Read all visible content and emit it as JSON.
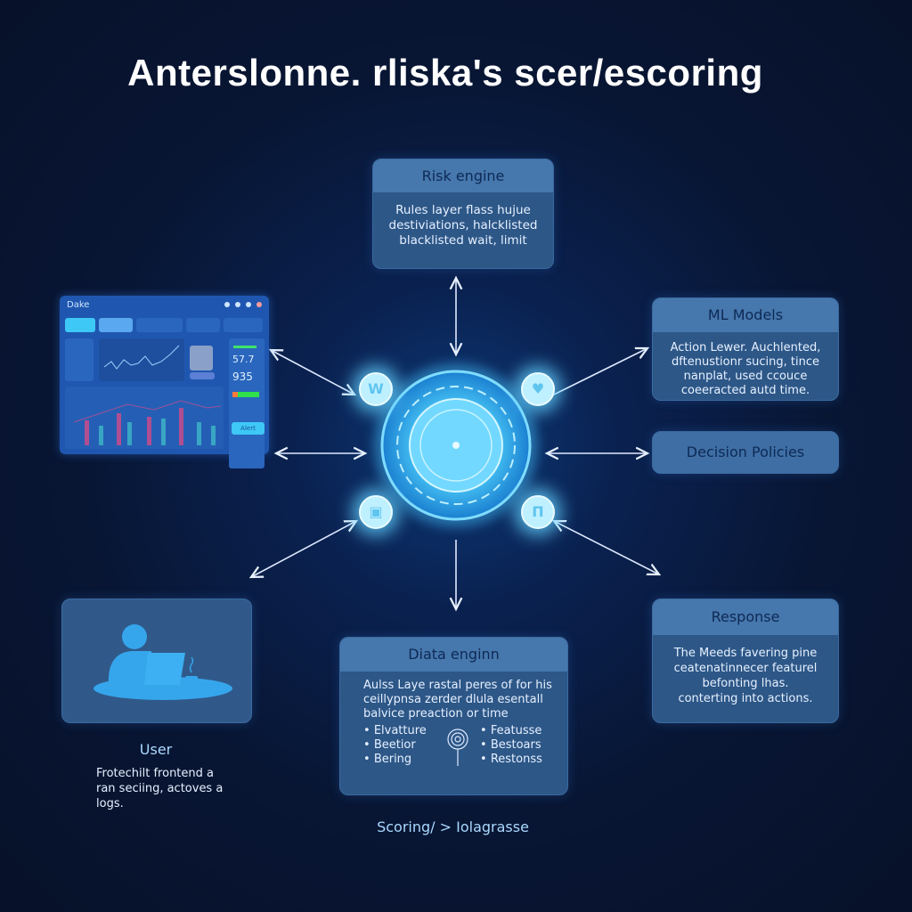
{
  "title": "Anterslonne. rliska's scer/escoring",
  "dashboard": {
    "brand": "Dake",
    "display_number": "935",
    "stat": "57.7",
    "button": "Alert"
  },
  "risk_engine": {
    "header": "Risk engine",
    "body": [
      "Rules layer flass hujue",
      "destiviations, halcklisted",
      "blacklisted wait, limit"
    ]
  },
  "ml_models": {
    "header": "ML Models",
    "body": [
      "Action Lewer. Auchlented,",
      "dftenustionr sucing, tince",
      "nanplat, used ccouce",
      "coeeracted autd time."
    ]
  },
  "decision_policies": {
    "header": "Decision Policies"
  },
  "response": {
    "header": "Response",
    "body": [
      "The Meeds favering pine",
      "ceatenatinnecer featurel",
      "befonting lhas.",
      "conterting into actions."
    ]
  },
  "data_engine": {
    "header": "Diata enginn",
    "body": [
      "Aulss Laye rastal peres of for his",
      "ceillypnsa zerder dlula esentall",
      "balvice preaction or time"
    ],
    "list_left": [
      "Elvatture",
      "Beetior",
      "Bering"
    ],
    "list_right": [
      "Featusse",
      "Bestoars",
      "Restonss"
    ]
  },
  "user": {
    "label": "User",
    "body": [
      "Frotechilt frontend a",
      "ran seciing, actoves a",
      "logs."
    ]
  },
  "caption": "Scoring/ > Iolagrasse",
  "colors": {
    "background": "#07112a",
    "box": "#2d5787",
    "box_header": "#4677ad",
    "header_text": "#0e2a55",
    "hub": "#5fd0ff",
    "accent_cyan": "#3ec8f5"
  }
}
